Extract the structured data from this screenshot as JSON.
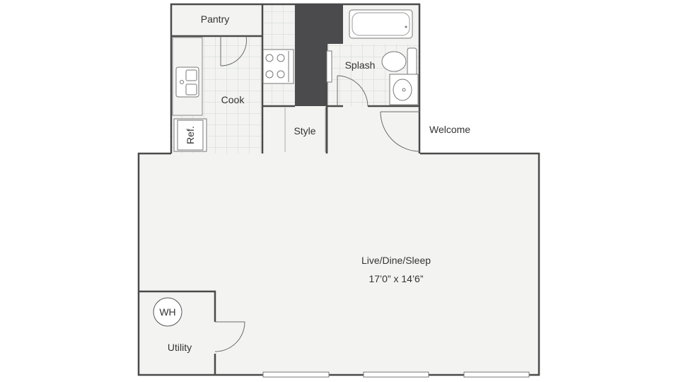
{
  "floorplan": {
    "rooms": {
      "pantry": "Pantry",
      "cook": "Cook",
      "splash": "Splash",
      "style": "Style",
      "welcome": "Welcome",
      "living": "Live/Dine/Sleep",
      "living_dims": "17’0” x 14’6”",
      "utility": "Utility"
    },
    "fixtures": {
      "refrigerator": "Ref.",
      "water_heater": "WH"
    }
  },
  "colors": {
    "floor": "#f3f4f2",
    "wall": "#4a4a4a",
    "shaft": "#4b4b4d",
    "tile_grid": "#c8ccc8"
  }
}
